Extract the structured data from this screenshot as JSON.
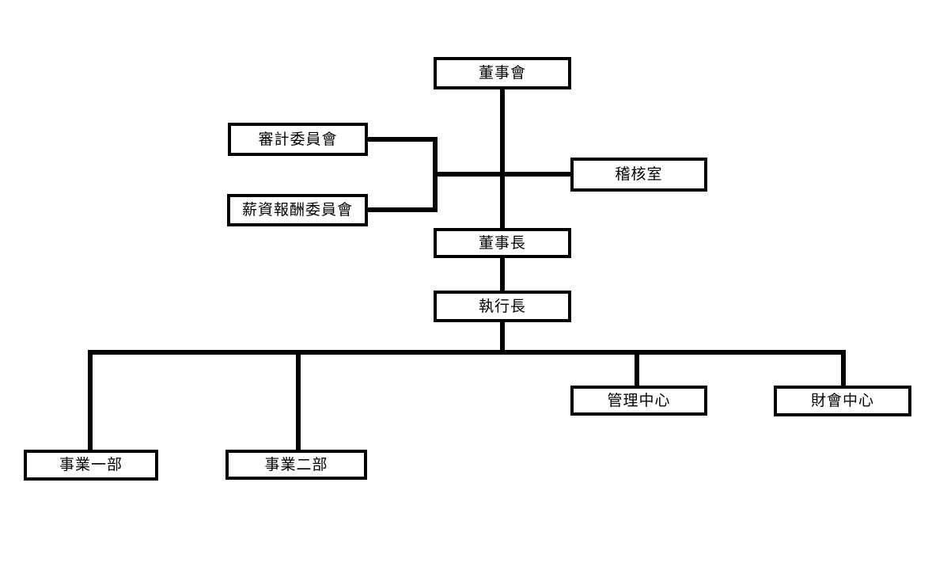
{
  "org_chart": {
    "nodes": {
      "board": {
        "label": "董事會"
      },
      "audit_committee": {
        "label": "審計委員會"
      },
      "comp_committee": {
        "label": "薪資報酬委員會"
      },
      "audit_office": {
        "label": "稽核室"
      },
      "chairman": {
        "label": "董事長"
      },
      "ceo": {
        "label": "執行長"
      },
      "division_1": {
        "label": "事業一部"
      },
      "division_2": {
        "label": "事業二部"
      },
      "mgmt_center": {
        "label": "管理中心"
      },
      "finance_center": {
        "label": "財會中心"
      }
    },
    "edges": [
      {
        "from": "board",
        "to": "chairman"
      },
      {
        "from": "board_chairman_line",
        "to": "audit_committee"
      },
      {
        "from": "board_chairman_line",
        "to": "comp_committee"
      },
      {
        "from": "board_chairman_line",
        "to": "audit_office"
      },
      {
        "from": "chairman",
        "to": "ceo"
      },
      {
        "from": "ceo",
        "to": "division_1"
      },
      {
        "from": "ceo",
        "to": "division_2"
      },
      {
        "from": "ceo",
        "to": "mgmt_center"
      },
      {
        "from": "ceo",
        "to": "finance_center"
      }
    ],
    "colors": {
      "line": "#000000",
      "box_border": "#000000",
      "box_fill": "#ffffff",
      "text": "#000000",
      "background": "#ffffff"
    }
  }
}
